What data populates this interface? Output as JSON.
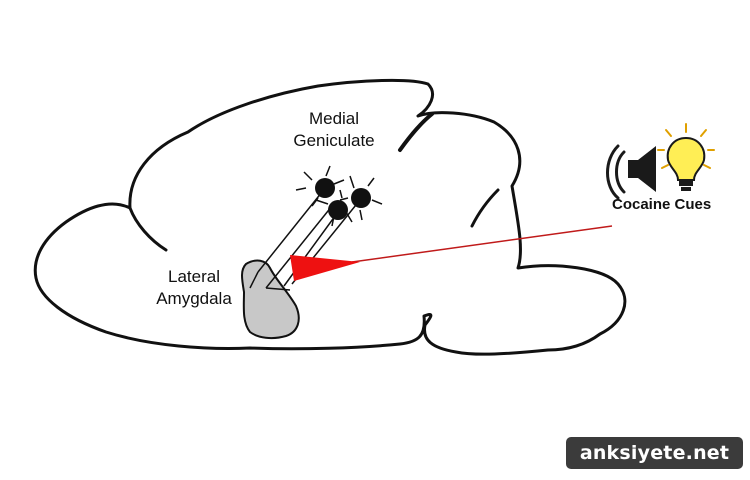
{
  "labels": {
    "medial_line1": "Medial",
    "medial_line2": "Geniculate",
    "lateral_line1": "Lateral",
    "lateral_line2": "Amygdala",
    "cocaine_cues": "Cocaine Cues"
  },
  "watermark": "anksiyete.net",
  "icons": {
    "speaker": "speaker-icon",
    "lightbulb": "lightbulb-icon"
  },
  "colors": {
    "outline": "#111111",
    "amygdala_fill": "#c8c8c8",
    "arrow": "#ee1111",
    "bulb": "#ffee55",
    "watermark_bg": "#3b3b3b"
  }
}
